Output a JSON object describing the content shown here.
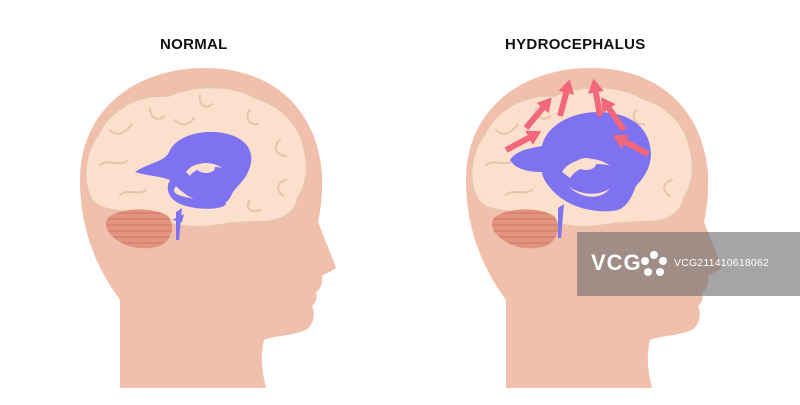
{
  "labels": {
    "normal": "NORMAL",
    "hydrocephalus": "HYDROCEPHALUS"
  },
  "watermark": {
    "logo_text": "VCG",
    "id_text": "VCG211410618062"
  },
  "colors": {
    "skin": "#f0c0ad",
    "brain": "#fbe0cd",
    "brain_outline": "#e8c3ad",
    "ventricle": "#7f72f0",
    "cerebellum": "#e29480",
    "arrow": "#f2687a"
  }
}
